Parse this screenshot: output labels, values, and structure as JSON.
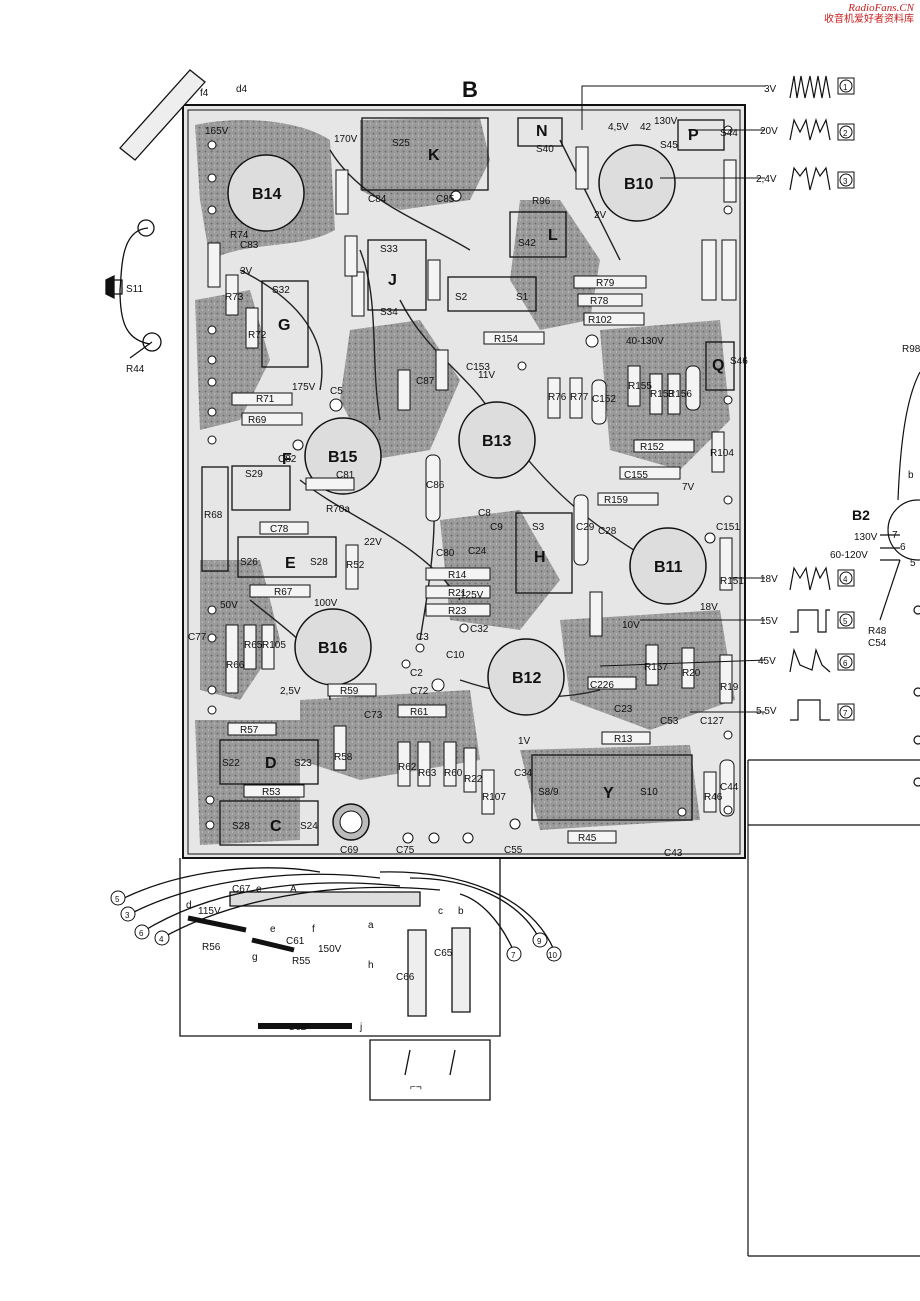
{
  "watermark": {
    "site": "RadioFans.CN",
    "subtitle": "收音机爱好者资料库"
  },
  "board": {
    "title": "B",
    "tubes": [
      "B14",
      "B10",
      "B15",
      "B13",
      "B11",
      "B16",
      "B12"
    ],
    "modules": [
      "K",
      "L",
      "J",
      "G",
      "F",
      "E",
      "H",
      "D",
      "C",
      "Y",
      "P",
      "Q",
      "N"
    ],
    "switches": [
      "S25",
      "S40",
      "S45",
      "S44",
      "S42",
      "S33",
      "S32",
      "S34",
      "S2",
      "S1",
      "S29",
      "S26",
      "S28",
      "S3",
      "S22",
      "S23",
      "S28",
      "S24",
      "S8/9",
      "S10",
      "S46"
    ],
    "components": [
      "R74",
      "R70a",
      "R73",
      "R72",
      "R71",
      "R69",
      "R68",
      "R78",
      "R79",
      "R96",
      "R102",
      "R154",
      "R152",
      "R159",
      "R155",
      "R153",
      "R156",
      "R76",
      "R77",
      "R104",
      "R151",
      "R14",
      "R21",
      "R23",
      "R67",
      "R66",
      "R65",
      "R105",
      "R59",
      "R61",
      "R57",
      "R53",
      "R58",
      "R52",
      "R62",
      "R63",
      "R60",
      "R22",
      "R107",
      "R45",
      "R46",
      "R19",
      "R20",
      "R157",
      "R13",
      "C83",
      "C84",
      "C85",
      "C86",
      "C87",
      "C81",
      "C82",
      "C78",
      "C77",
      "C80",
      "C24",
      "C8",
      "C9",
      "C29",
      "C28",
      "C151",
      "C152",
      "C153",
      "C155",
      "C226",
      "C23",
      "C53",
      "C127",
      "C44",
      "C43",
      "C69",
      "C75",
      "C55",
      "C32",
      "C3",
      "C2",
      "C10",
      "C72",
      "C73",
      "C34",
      "C5"
    ],
    "voltages": [
      "165V",
      "170V",
      "175V",
      "130V",
      "42",
      "4,5V",
      "2V",
      "3V",
      "11V",
      "7V",
      "125V",
      "10V",
      "50V",
      "100V",
      "2,5V",
      "1V",
      "18V",
      "40-130V",
      "22V"
    ]
  },
  "scope": {
    "waves": [
      {
        "voltage": "3V",
        "number": "1"
      },
      {
        "voltage": "20V",
        "number": "2"
      },
      {
        "voltage": "2,4V",
        "number": "3"
      },
      {
        "voltage": "18V",
        "number": "4"
      },
      {
        "voltage": "15V",
        "number": "5"
      },
      {
        "voltage": "45V",
        "number": "6"
      },
      {
        "voltage": "5,5V",
        "number": "7"
      }
    ]
  },
  "left": {
    "speaker": "S11",
    "resistor": "R44",
    "coil_labels": [
      "f4",
      "d4"
    ]
  },
  "right": {
    "labels": [
      "R98",
      "b",
      "B2",
      "130V",
      "60-120V",
      "R48",
      "C54",
      "7",
      "6",
      "5"
    ]
  },
  "lower": {
    "components": [
      "C67",
      "e",
      "A",
      "d",
      "115V",
      "R56",
      "e",
      "f",
      "C61",
      "150V",
      "g",
      "R55",
      "a",
      "h",
      "c",
      "b",
      "C65",
      "C66",
      "C62",
      "j"
    ],
    "terminals": [
      "5",
      "3",
      "6",
      "4",
      "9",
      "10",
      "7"
    ]
  }
}
